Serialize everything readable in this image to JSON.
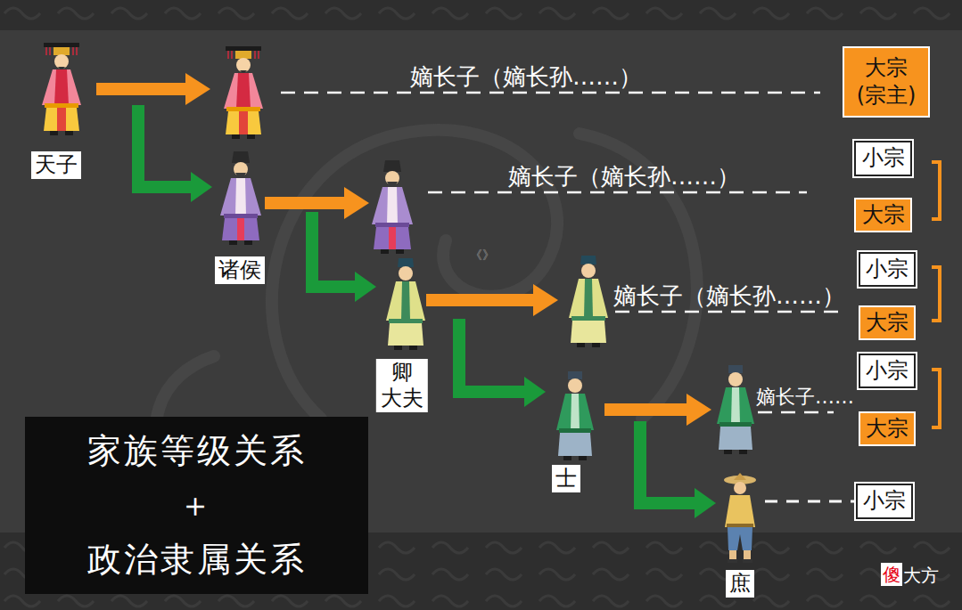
{
  "diagram": {
    "nodes": [
      {
        "text": [
          "天子"
        ]
      },
      {
        "text": [
          "诸侯"
        ]
      },
      {
        "text": [
          "卿 大夫"
        ]
      },
      {
        "text": [
          "士"
        ]
      },
      {
        "text": [
          "庶"
        ]
      },
      {
        "text": [
          "大宗 (宗主)"
        ]
      },
      {
        "text": [
          "小宗"
        ]
      },
      {
        "text": [
          "大宗"
        ]
      },
      {
        "text": [
          "小宗"
        ]
      },
      {
        "text": [
          "大宗"
        ]
      },
      {
        "text": [
          "小宗"
        ]
      },
      {
        "text": [
          "大宗"
        ]
      },
      {
        "text": [
          "小宗"
        ]
      },
      {
        "text": [
          "家族等级关系",
          "＋",
          "政治隶属关系"
        ]
      }
    ],
    "edges": [
      {
        "from": 0,
        "to": 1,
        "arrow": "to"
      },
      {
        "from": 1,
        "to": 2,
        "arrow": "to"
      },
      {
        "from": 2,
        "to": 3,
        "arrow": "to"
      },
      {
        "from": 3,
        "to": 4,
        "arrow": "to"
      },
      {
        "from": 4,
        "to": 12,
        "arrow": "none"
      }
    ],
    "labels": [
      "嫡长子（嫡长孙……）",
      "嫡长子（嫡长孙……）",
      "嫡长子（嫡长孙……）",
      "嫡长子……",
      "《》",
      "傻",
      "大方"
    ]
  }
}
